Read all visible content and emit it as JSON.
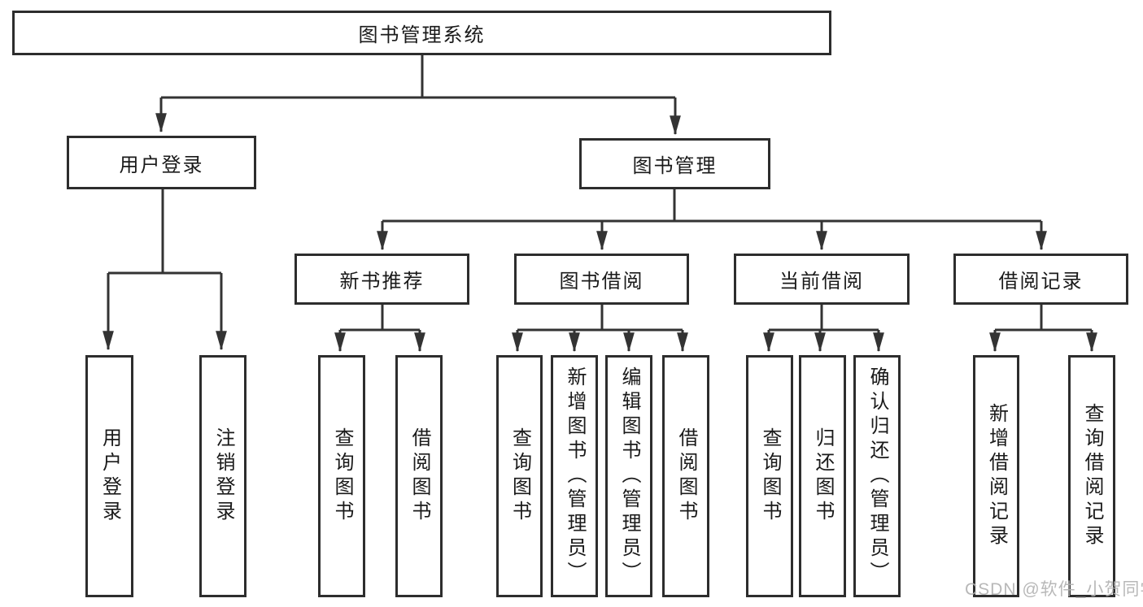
{
  "root": {
    "label": "图书管理系统"
  },
  "level2": {
    "user_login": "用户登录",
    "book_management": "图书管理"
  },
  "level3": {
    "new_book_recommend": "新书推荐",
    "book_borrow": "图书借阅",
    "current_borrow": "当前借阅",
    "borrow_records": "借阅记录"
  },
  "leaves": [
    "用户登录",
    "注销登录",
    "查询图书",
    "借阅图书",
    "查询图书",
    "新增图书（管理员）",
    "编辑图书（管理员）",
    "借阅图书",
    "查询图书",
    "归还图书",
    "确认归还（管理员）",
    "新增借阅记录",
    "查询借阅记录"
  ],
  "watermark": "CSDN @软件_小贺同学",
  "colors": {
    "line": "#333333",
    "box_border": "#2d2d2d",
    "text": "#1a1a1a",
    "watermark": "#b3b3b3",
    "background": "#ffffff"
  }
}
